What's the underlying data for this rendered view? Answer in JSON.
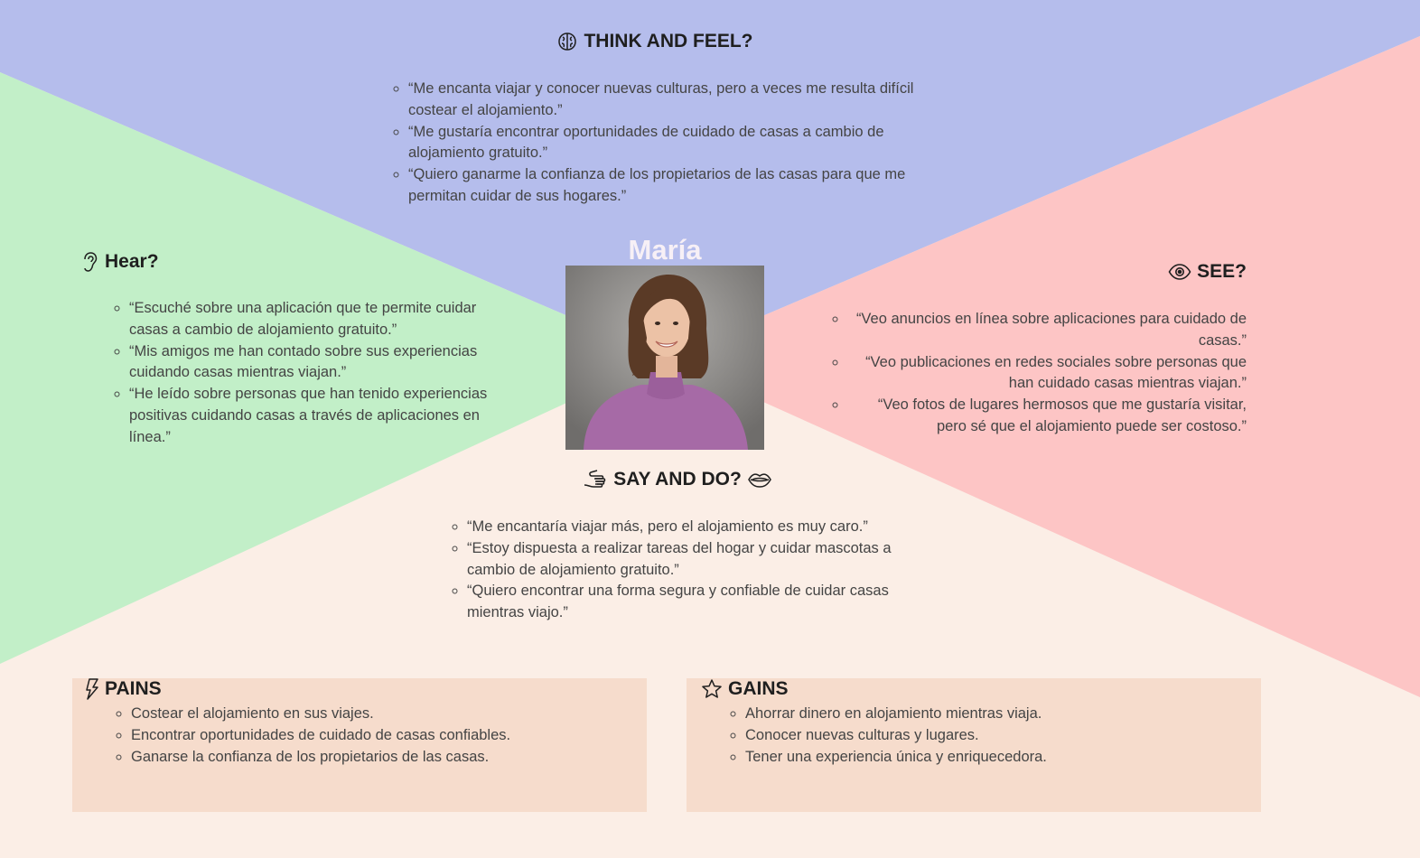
{
  "persona": {
    "name": "María",
    "avatar": "woman-portrait"
  },
  "colors": {
    "think": "#b5bdec",
    "hear": "#c2efc8",
    "see": "#fdc5c5",
    "say": "#fbeee6",
    "box": "#f6dccc",
    "heading": "#1f1f1f"
  },
  "think": {
    "icon": "brain-icon",
    "title": "THINK AND FEEL?",
    "items": [
      "“Me encanta viajar y conocer nuevas culturas, pero a veces me resulta difícil costear el alojamiento.”",
      "“Me gustaría encontrar oportunidades de cuidado de casas a cambio de alojamiento gratuito.”",
      "“Quiero ganarme la confianza de los propietarios de las casas para que me permitan cuidar de sus hogares.”"
    ]
  },
  "hear": {
    "icon": "ear-icon",
    "title": "Hear?",
    "items": [
      "“Escuché sobre una aplicación que te permite cuidar casas a cambio de alojamiento gratuito.”",
      "“Mis amigos me han contado sobre sus experiencias cuidando casas mientras viajan.”",
      "“He leído sobre personas que han tenido experiencias positivas cuidando casas a través de aplicaciones en línea.”"
    ]
  },
  "see": {
    "icon": "eye-icon",
    "title": "SEE?",
    "items": [
      "“Veo anuncios en línea sobre aplicaciones para cuidado de casas.”",
      "“Veo publicaciones en redes sociales sobre personas que han cuidado casas mientras viajan.”",
      "“Veo fotos de lugares hermosos que me gustaría visitar, pero sé que el alojamiento puede ser costoso.”"
    ]
  },
  "say": {
    "icon_left": "hand-icon",
    "icon_right": "lips-icon",
    "title": "SAY AND DO?",
    "items": [
      "“Me encantaría viajar más, pero el alojamiento es muy caro.”",
      "“Estoy dispuesta a realizar tareas del hogar y cuidar mascotas a cambio de alojamiento gratuito.”",
      "“Quiero encontrar una forma segura y confiable de cuidar casas mientras viajo.”"
    ]
  },
  "pains": {
    "icon": "lightning-icon",
    "title": "PAINS",
    "items": [
      "Costear el alojamiento en sus viajes.",
      "Encontrar oportunidades de cuidado de casas confiables.",
      "Ganarse la confianza de los propietarios de las casas."
    ]
  },
  "gains": {
    "icon": "star-icon",
    "title": "GAINS",
    "items": [
      "Ahorrar dinero en alojamiento mientras viaja.",
      "Conocer nuevas culturas y lugares.",
      "Tener una experiencia única y enriquecedora."
    ]
  }
}
